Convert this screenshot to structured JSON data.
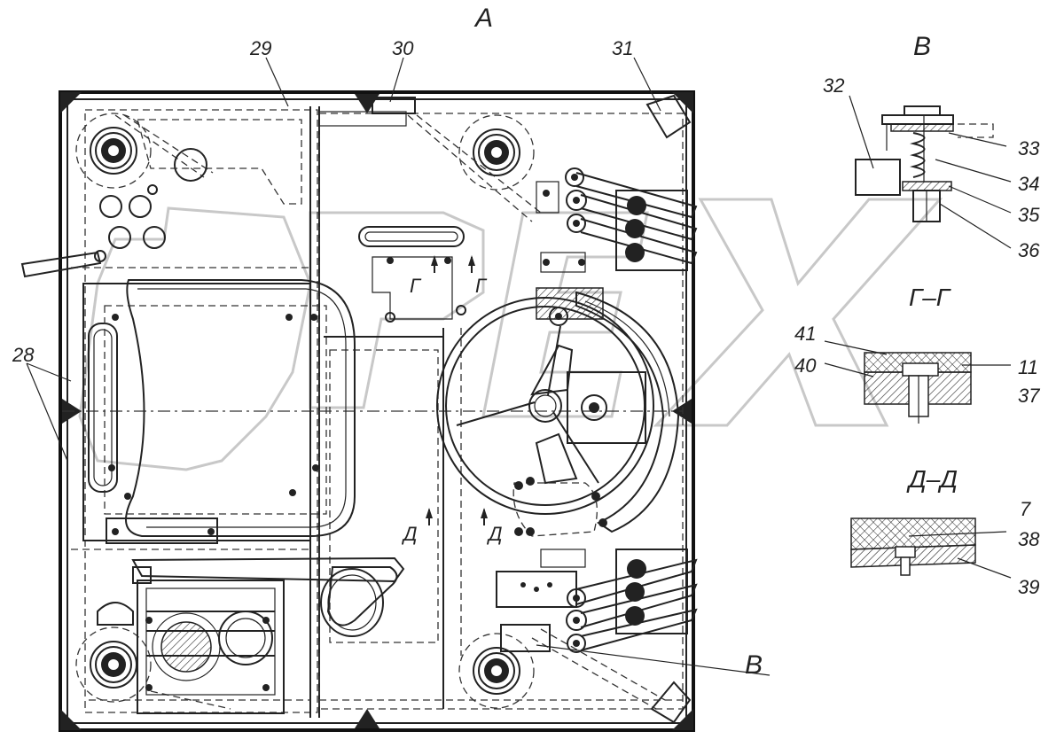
{
  "view_labels": {
    "main": "А",
    "detail_b": "В",
    "section_g": "Г–Г",
    "section_d": "Д–Д",
    "pointer_b": "В",
    "cut_g_left": "Г",
    "cut_g_right": "Г",
    "cut_d_left": "Д",
    "cut_d_right": "Д"
  },
  "callouts": {
    "c28": "28",
    "c29": "29",
    "c30": "30",
    "c31": "31",
    "c32": "32",
    "c33": "33",
    "c34": "34",
    "c35": "35",
    "c36": "36",
    "c41": "41",
    "c40": "40",
    "c11": "11",
    "c37": "37",
    "c7": "7",
    "c38": "38",
    "c39": "39"
  },
  "watermark": "OPEX"
}
